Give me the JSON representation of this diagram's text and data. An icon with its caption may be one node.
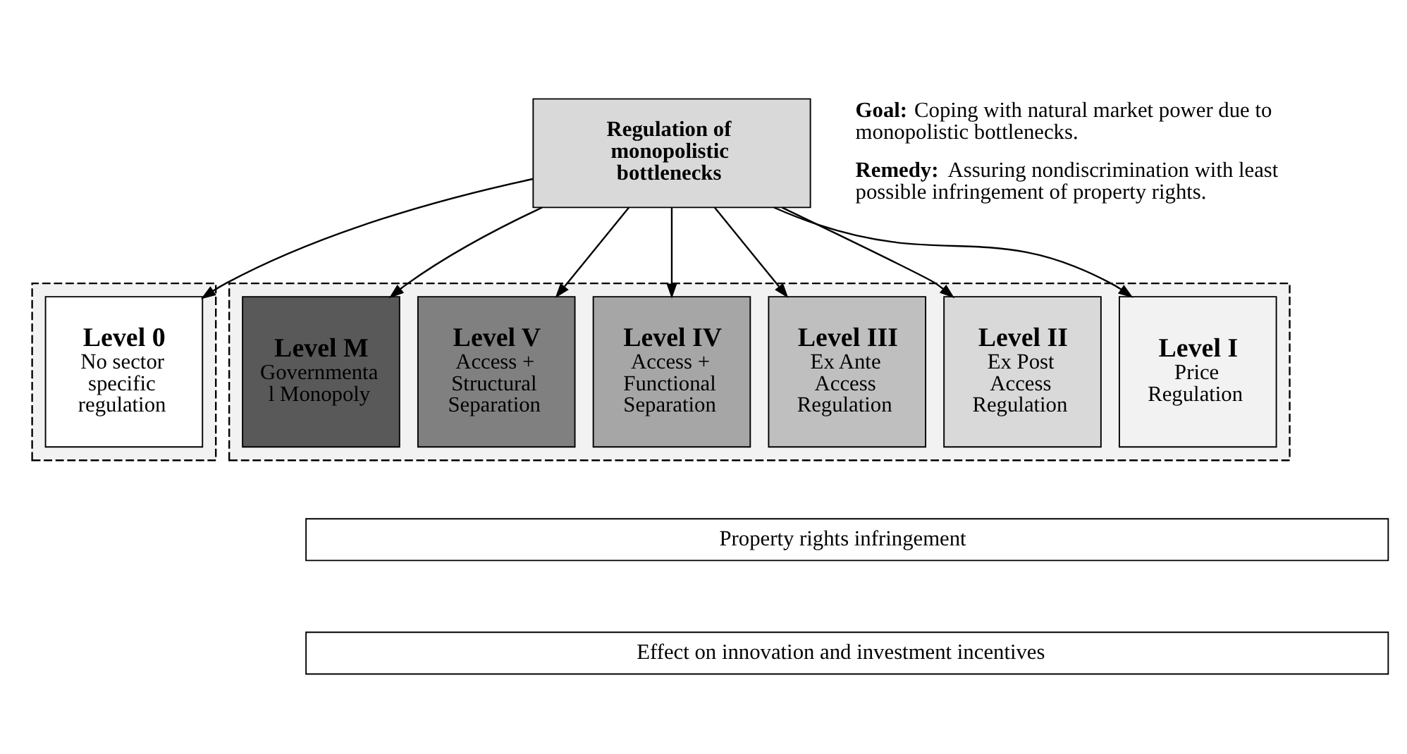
{
  "diagram": {
    "nodes": [
      {
        "text": [
          "Regulation of monopolistic bottlenecks"
        ]
      },
      {
        "text": [],
        "shape": "box"
      },
      {
        "text": [],
        "shape": "box"
      },
      {
        "text": [
          "Level 0",
          "No sector specific regulation"
        ],
        "in": 1
      },
      {
        "text": [
          "Level I",
          "Price Regulation"
        ],
        "in": 2
      },
      {
        "text": [
          "Level II",
          "Ex Post Access Regulation"
        ],
        "in": 2
      },
      {
        "text": [
          "Level III",
          "Ex Ante Access Regulation"
        ],
        "in": 2
      },
      {
        "text": [
          "Level IV",
          "Access + Functional Separation"
        ],
        "in": 2
      },
      {
        "text": [
          "Level V",
          "Access + Structural Separation"
        ],
        "in": 2
      },
      {
        "text": [
          "Level M",
          "Governmenta l Monopoly"
        ],
        "in": 2
      },
      {
        "text": [
          "Property rights infringement"
        ]
      },
      {
        "text": [
          "Effect on innovation and investment incentives"
        ]
      }
    ],
    "edges": [
      {
        "from": 0,
        "to": 3,
        "arrow": "to"
      },
      {
        "from": 0,
        "to": 4,
        "arrow": "to"
      },
      {
        "from": 0,
        "to": 5,
        "arrow": "to"
      },
      {
        "from": 0,
        "to": 6,
        "arrow": "to"
      },
      {
        "from": 0,
        "to": 7,
        "arrow": "to"
      },
      {
        "from": 0,
        "to": 8,
        "arrow": "to"
      },
      {
        "from": 0,
        "to": 9,
        "arrow": "to"
      }
    ],
    "labels": [
      "**Goal:** Coping with natural market power due to monopolistic bottlenecks.",
      "**Remedy:** Assuring nondiscrimination with least possible infringement of property rights."
    ]
  }
}
